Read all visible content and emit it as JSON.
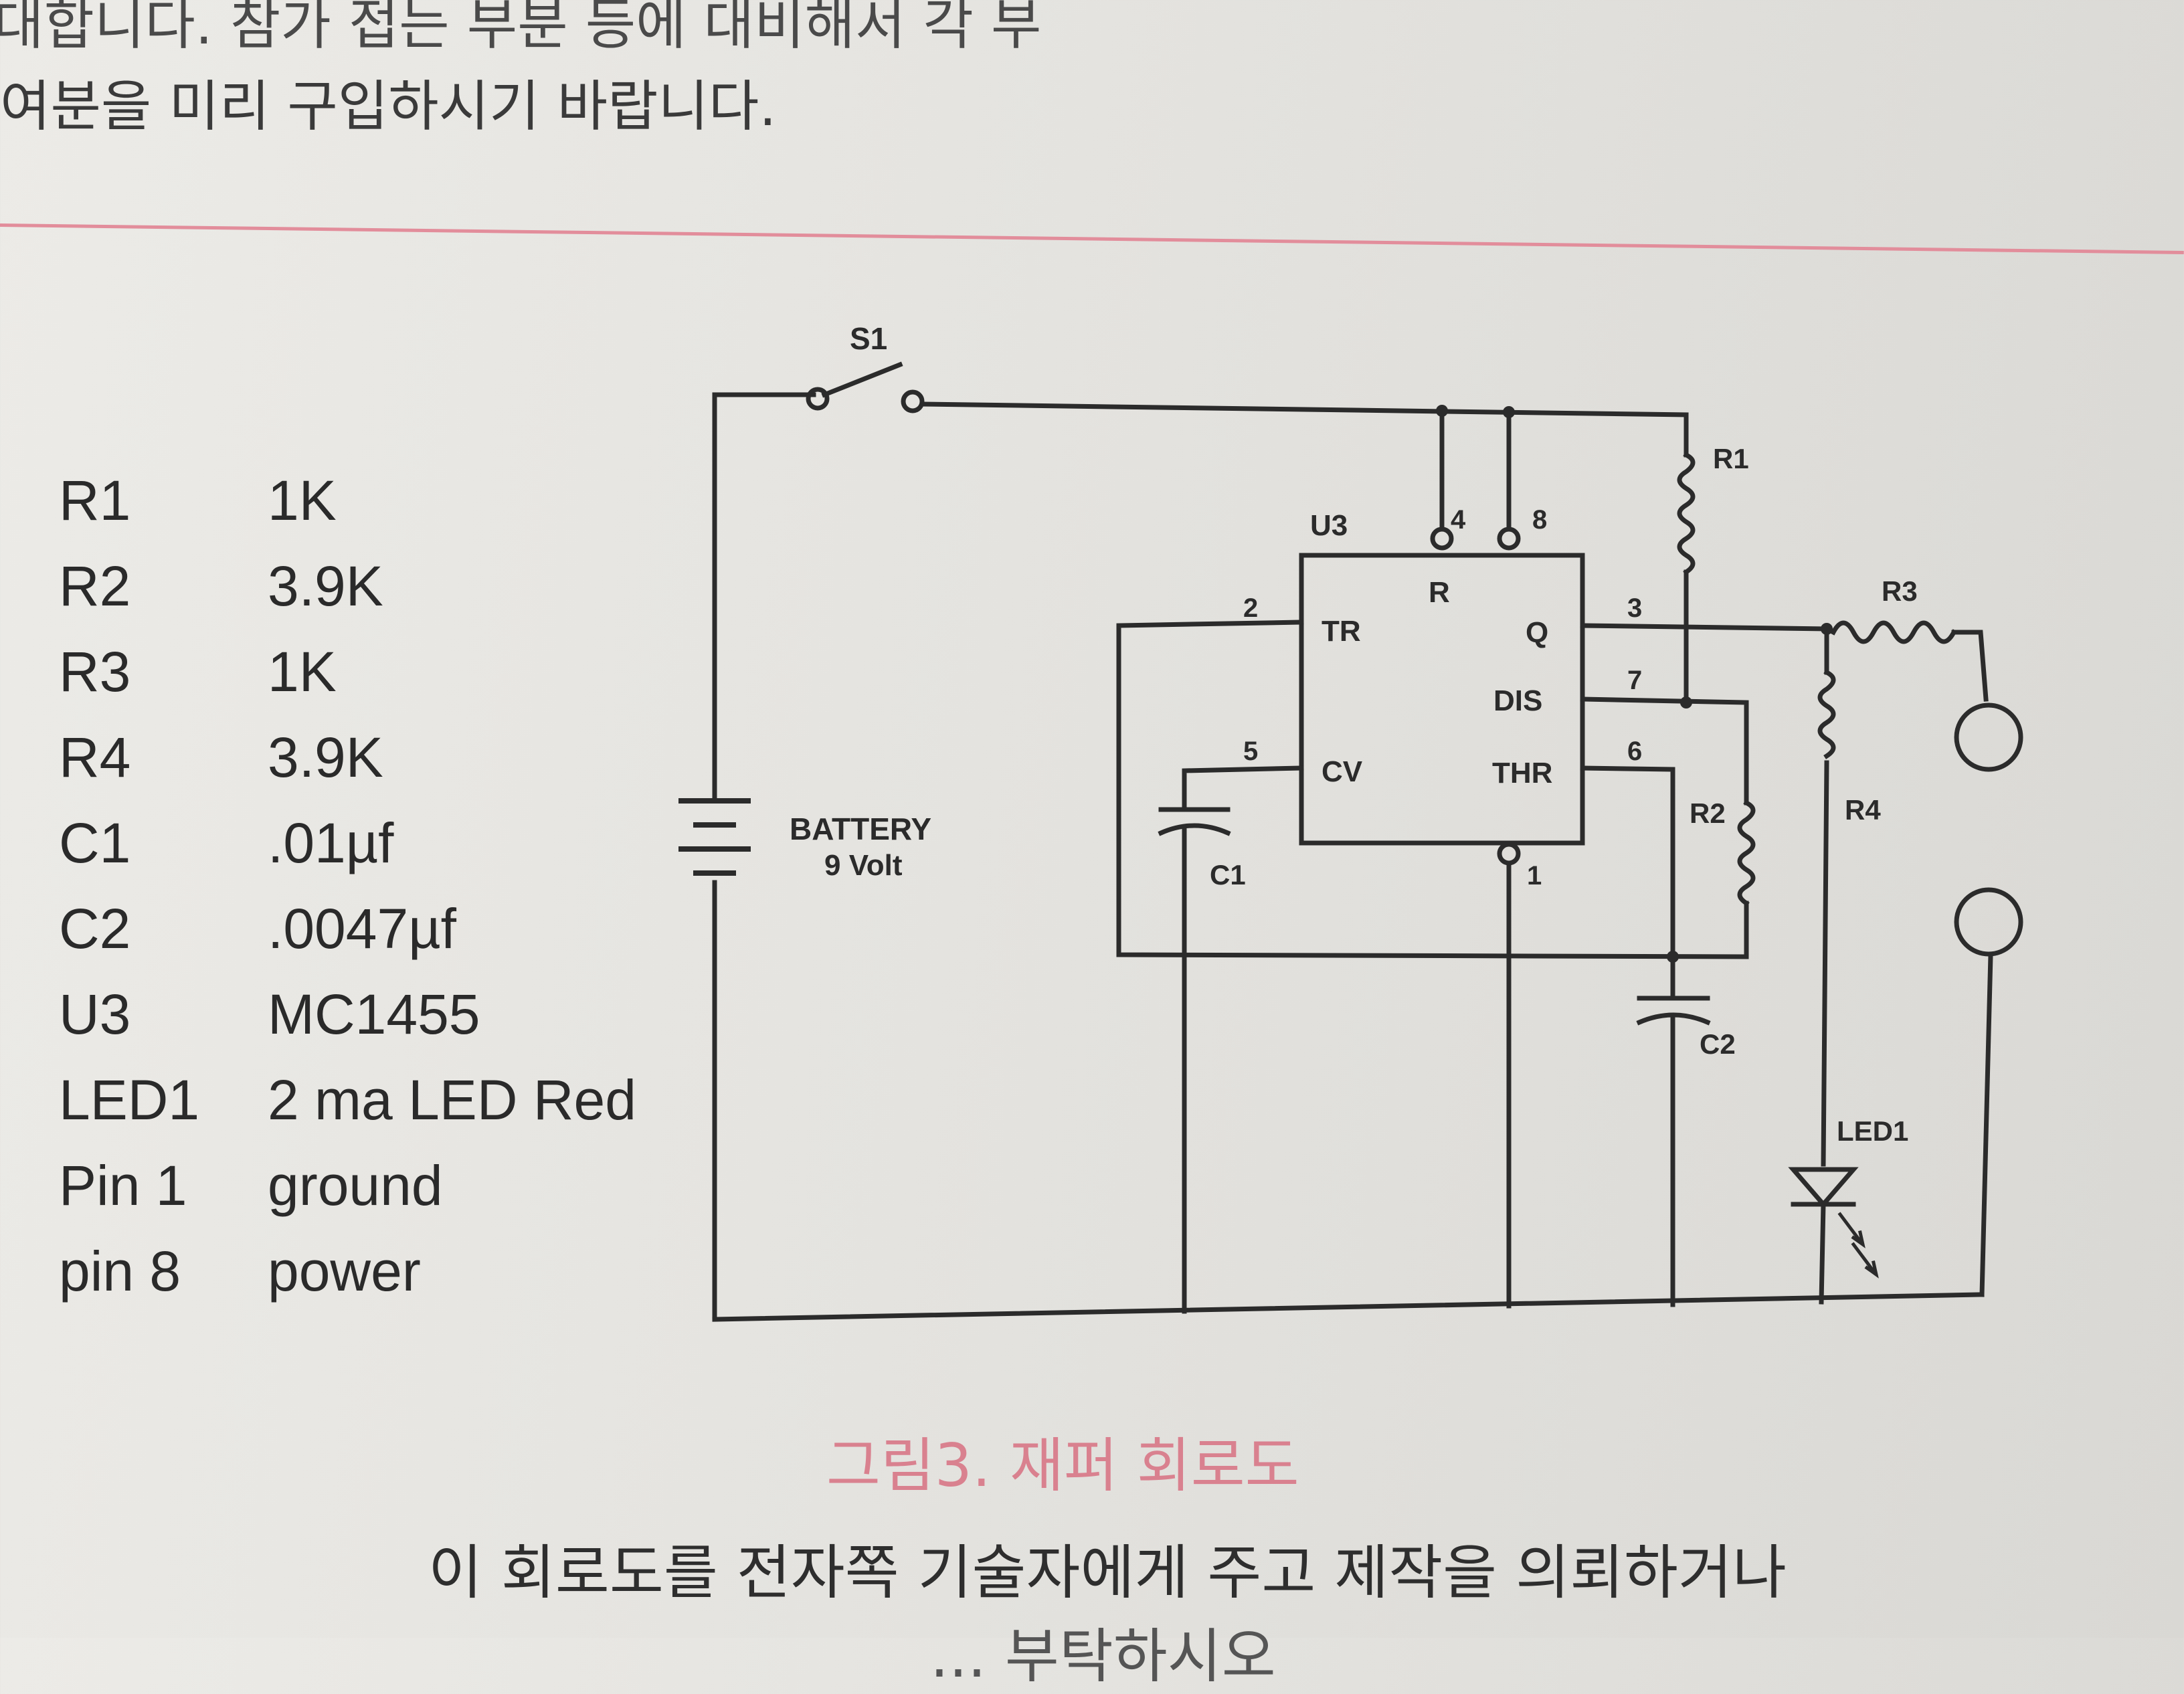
{
  "page": {
    "top_line_1": "대합니다. 참가 접는 부분 등에 대비해서 각 부",
    "top_line_2": "여분을 미리 구입하시기 바랍니다.",
    "caption": "그림3. 재퍼 회로도",
    "body_line_1": "이 회로도를 전자쪽 기술자에게 주고 제작을 의뢰하거나",
    "body_line_2": "... 부탁하시오"
  },
  "parts_list": [
    {
      "ref": "R1",
      "value": "1K"
    },
    {
      "ref": "R2",
      "value": "3.9K"
    },
    {
      "ref": "R3",
      "value": "1K"
    },
    {
      "ref": "R4",
      "value": "3.9K"
    },
    {
      "ref": "C1",
      "value": ".01µf"
    },
    {
      "ref": "C2",
      "value": ".0047µf"
    },
    {
      "ref": "U3",
      "value": "MC1455"
    },
    {
      "ref": "LED1",
      "value": "2 ma LED Red"
    },
    {
      "ref": "Pin 1",
      "value": "ground"
    },
    {
      "ref": "pin 8",
      "value": "power"
    }
  ],
  "schematic": {
    "switch_label": "S1",
    "ic_label": "U3",
    "ic_pins": {
      "reset": "R",
      "trigger": "TR",
      "control": "CV",
      "output": "Q",
      "discharge": "DIS",
      "threshold": "THR"
    },
    "pin_numbers": {
      "p4": "4",
      "p8": "8",
      "p2": "2",
      "p5": "5",
      "p3": "3",
      "p7": "7",
      "p6": "6",
      "p1": "1"
    },
    "battery_label": "BATTERY",
    "battery_voltage": "9 Volt",
    "labels": {
      "r1": "R1",
      "r2": "R2",
      "r3": "R3",
      "r4": "R4",
      "c1": "C1",
      "c2": "C2",
      "led": "LED1"
    }
  },
  "colors": {
    "ink": "#2b2b2b",
    "caption_pink": "#d9818f",
    "rule_pink": "#e28d9b",
    "paper": "#e6e5e1"
  }
}
